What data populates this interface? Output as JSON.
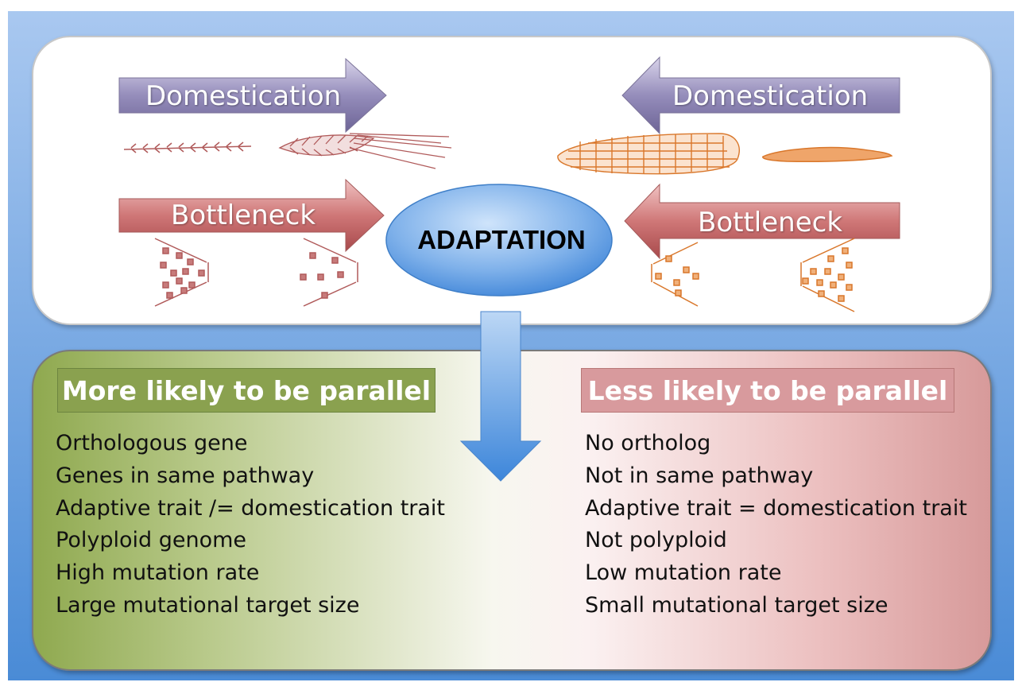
{
  "top": {
    "left_domestication": "Domestication",
    "right_domestication": "Domestication",
    "left_bottleneck": "Bottleneck",
    "right_bottleneck": "Bottleneck",
    "center_label": "ADAPTATION"
  },
  "bottom": {
    "left_header": "More likely to be parallel",
    "right_header": "Less likely to be parallel",
    "left_items": [
      "Orthologous gene",
      "Genes in same pathway",
      "Adaptive trait /= domestication trait",
      "Polyploid genome",
      "High mutation rate",
      "Large mutational target size"
    ],
    "right_items": [
      "No ortholog",
      "Not in same pathway",
      "Adaptive trait = domestication trait",
      "Not polyploid",
      "Low mutation rate",
      "Small mutational target size"
    ]
  },
  "colors": {
    "frame_blue": "#4f8fd6",
    "domestication_arrow": "#8a82a8",
    "bottleneck_arrow": "#c4696b",
    "green_header": "#8aa14f",
    "red_header": "#d89a9d",
    "wheat_sketch": "#b05a5a",
    "maize_sketch": "#d9772b"
  }
}
